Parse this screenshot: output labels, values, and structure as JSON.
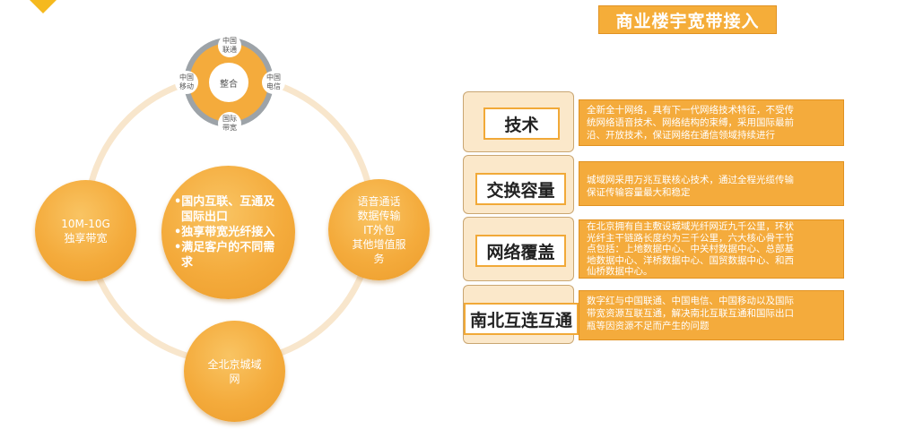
{
  "diagram": {
    "hub": {
      "center": "整合",
      "partners": {
        "top": [
          "中国",
          "联通"
        ],
        "left": [
          "中国",
          "移动"
        ],
        "right": [
          "中国",
          "电信"
        ],
        "bottom": [
          "国际",
          "带宽"
        ]
      }
    },
    "center_bullets": [
      "•国内互联、互通及",
      "国际出口",
      "•独享带宽光纤接入",
      "•满足客户的不同需",
      "求"
    ],
    "left_circle": [
      "10M-10G",
      "独享带宽"
    ],
    "right_circle": [
      "语音通话",
      "数据传输",
      "IT外包",
      "其他增值服",
      "务"
    ],
    "bottom_circle": [
      "全北京城域",
      "网"
    ]
  },
  "panel": {
    "title": "商业楼宇宽带接入",
    "rows": [
      {
        "label": "技术",
        "lines": [
          "全新全十网络，具有下一代网络技术特征，不受传",
          "统网络语音技术、网络结构的束缚，采用国际最前",
          "沿、开放技术，保证网络在通信领域持续进行"
        ]
      },
      {
        "label": "交换容量",
        "lines": [
          "城域网采用万兆互联核心技术，通过全程光缆传输",
          "保证传输容量最大和稳定"
        ]
      },
      {
        "label": "网络覆盖",
        "lines": [
          "在北京拥有自主敷设城域光纤网近九千公里，环状",
          "光纤主干链路长度约为三千公里，六大核心骨干节",
          "点包括：上地数据中心、中关村数据中心、总部基",
          "地数据中心、洋桥数据中心、国贸数据中心、和西",
          "仙桥数据中心。"
        ]
      },
      {
        "label": "南北互连互通",
        "lines": [
          "数字红与中国联通、中国电信、中国移动以及国际",
          "带宽资源互联互通，解决南北互联互通和国际出口",
          "瓶等因资源不足而产生的问题"
        ]
      }
    ]
  }
}
